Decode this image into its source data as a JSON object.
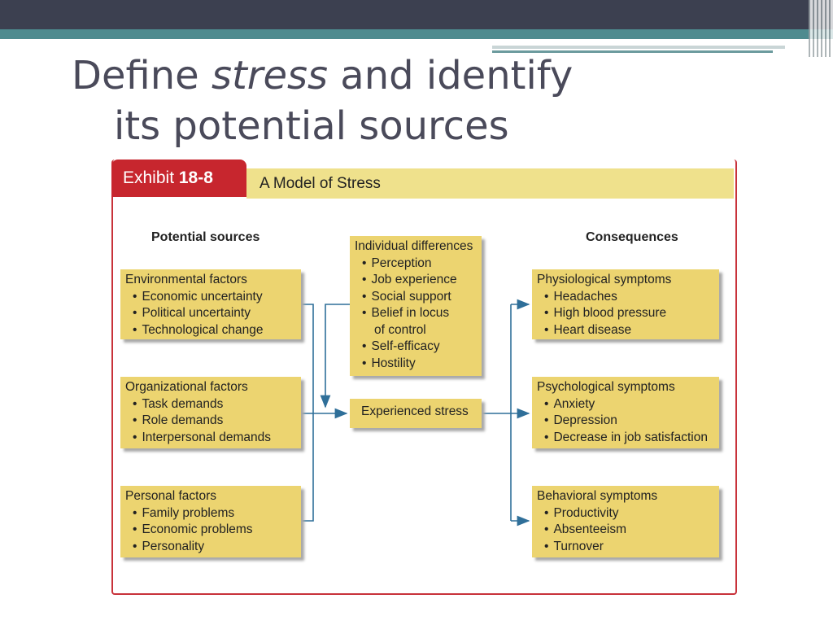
{
  "slide": {
    "title_part1": "Define ",
    "title_italic": "stress",
    "title_part2": " and identify",
    "title_line2": "its potential sources"
  },
  "exhibit": {
    "label": "Exhibit ",
    "number": "18-8",
    "caption": "A Model of Stress"
  },
  "headings": {
    "sources": "Potential sources",
    "consequences": "Consequences"
  },
  "sources": [
    {
      "title": "Environmental factors",
      "items": [
        "Economic uncertainty",
        "Political uncertainty",
        "Technological change"
      ]
    },
    {
      "title": "Organizational factors",
      "items": [
        "Task demands",
        "Role demands",
        "Interpersonal demands"
      ]
    },
    {
      "title": "Personal factors",
      "items": [
        "Family problems",
        "Economic problems",
        "Personality"
      ]
    }
  ],
  "individual": {
    "title": "Individual differences",
    "items": [
      "Perception",
      "Job experience",
      "Social support",
      "Belief in locus",
      "Self-efficacy",
      "Hostility"
    ],
    "continuation": "of control"
  },
  "center": {
    "label": "Experienced stress"
  },
  "consequences": [
    {
      "title": "Physiological symptoms",
      "items": [
        "Headaches",
        "High blood pressure",
        "Heart disease"
      ]
    },
    {
      "title": "Psychological symptoms",
      "items": [
        "Anxiety",
        "Depression",
        "Decrease in job satisfaction"
      ]
    },
    {
      "title": "Behavioral symptoms",
      "items": [
        "Productivity",
        "Absenteeism",
        "Turnover"
      ]
    }
  ],
  "colors": {
    "box": "#ecd470",
    "accent": "#c7262e",
    "arrow": "#2f6f99",
    "band": "#efe18c"
  }
}
